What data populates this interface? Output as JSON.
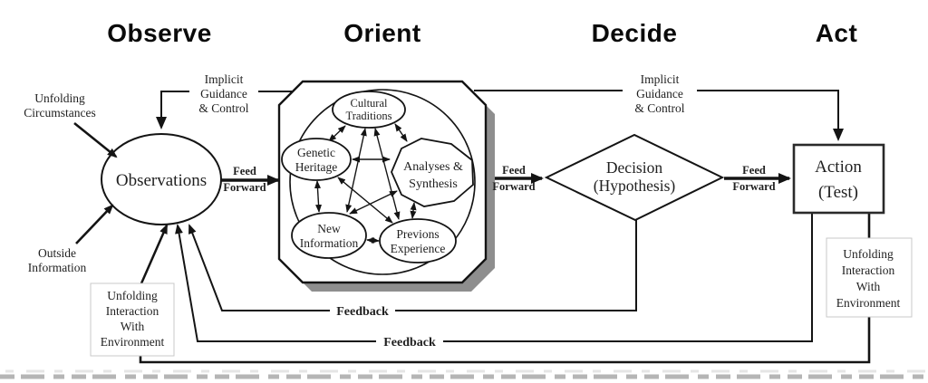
{
  "phases": {
    "observe": "Observe",
    "orient": "Orient",
    "decide": "Decide",
    "act": "Act"
  },
  "nodes": {
    "observations": "Observations",
    "cultural_traditions": [
      "Cultural",
      "Traditions"
    ],
    "genetic_heritage": [
      "Genetic",
      "Heritage"
    ],
    "analyses_synthesis": [
      "Analyses &",
      "Synthesis"
    ],
    "new_information": [
      "New",
      "Information"
    ],
    "previous_experience": [
      "Previons",
      "Experience"
    ],
    "decision": [
      "Decision",
      "(Hypothesis)"
    ],
    "action": [
      "Action",
      "(Test)"
    ]
  },
  "flow_labels": {
    "implicit_guidance_left": [
      "Implicit",
      "Guidance",
      "& Control"
    ],
    "implicit_guidance_right": [
      "Implicit",
      "Guidance",
      "& Control"
    ],
    "feed_forward_1": [
      "Feed",
      "Forward"
    ],
    "feed_forward_2": [
      "Feed",
      "Forward"
    ],
    "feed_forward_3": [
      "Feed",
      "Forward"
    ],
    "feedback_1": "Feedback",
    "feedback_2": "Feedback"
  },
  "annotations": {
    "unfolding_circumstances": [
      "Unfolding",
      "Circumstances"
    ],
    "outside_information": [
      "Outside",
      "Information"
    ],
    "unfolding_interaction_left": [
      "Unfolding",
      "Interaction",
      "With",
      "Environment"
    ],
    "unfolding_interaction_right": [
      "Unfolding",
      "Interaction",
      "With",
      "Environment"
    ]
  },
  "colors": {
    "ink": "#141414",
    "shadow": "#8e8e8e",
    "light_box_border": "#c9c9c9",
    "background": "#ffffff"
  }
}
